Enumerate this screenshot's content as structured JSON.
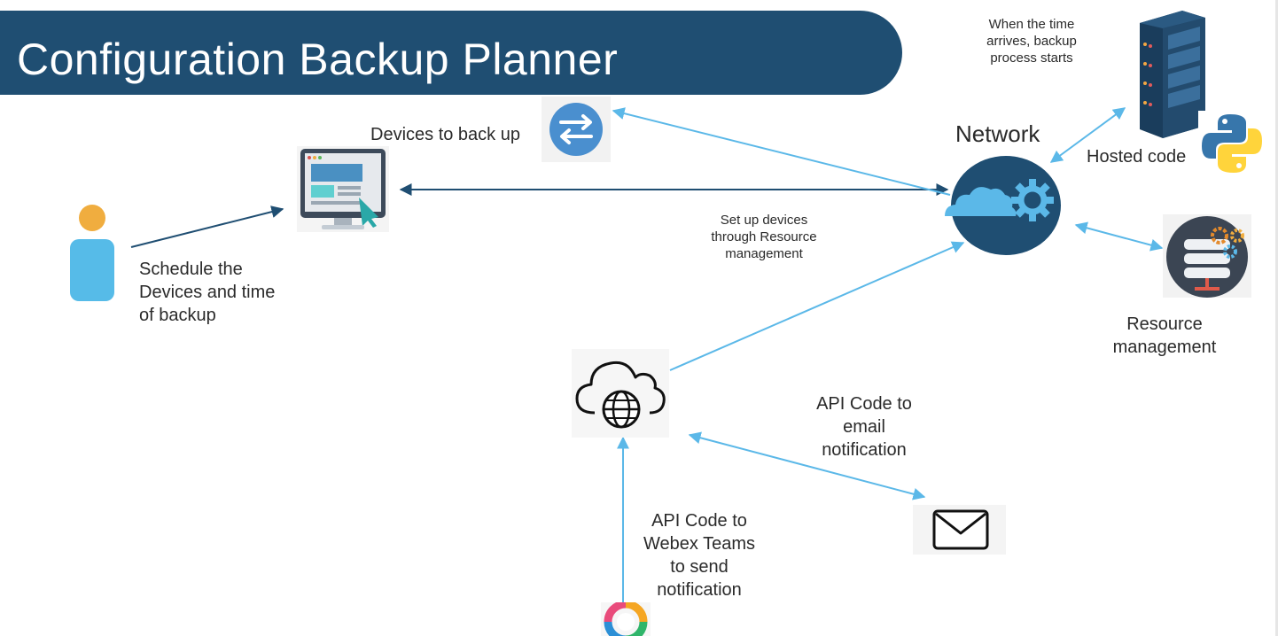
{
  "title": "Configuration Backup Planner",
  "labels": {
    "devices_to_back_up": "Devices to back up",
    "network": "Network",
    "hosted_code": "Hosted code",
    "when_time": [
      "When the time",
      "arrives, backup",
      "process starts"
    ],
    "set_up_devices": [
      "Set up devices",
      "through Resource",
      "management"
    ],
    "schedule": [
      "Schedule the",
      "Devices and time",
      "of backup"
    ],
    "resource_management": [
      "Resource",
      "management"
    ],
    "api_email": [
      "API Code to",
      "email",
      "notification"
    ],
    "api_webex": [
      "API Code to",
      "Webex Teams",
      "to send",
      "notification"
    ]
  },
  "icons": {
    "user": "user-icon",
    "planner_app": "monitor-app-icon",
    "devices": "switch-arrows-icon",
    "network": "cloud-gear-icon",
    "server": "server-rack-icon",
    "python": "python-logo-icon",
    "resource": "database-gear-icon",
    "web_cloud": "cloud-globe-icon",
    "email": "envelope-icon",
    "webex": "webex-logo-icon"
  },
  "colors": {
    "title_bar": "#1f4e72",
    "dark_arrow": "#1f4e72",
    "light_arrow": "#5bb8e8",
    "user_head": "#f0ad3f",
    "user_body": "#56bbe8"
  }
}
